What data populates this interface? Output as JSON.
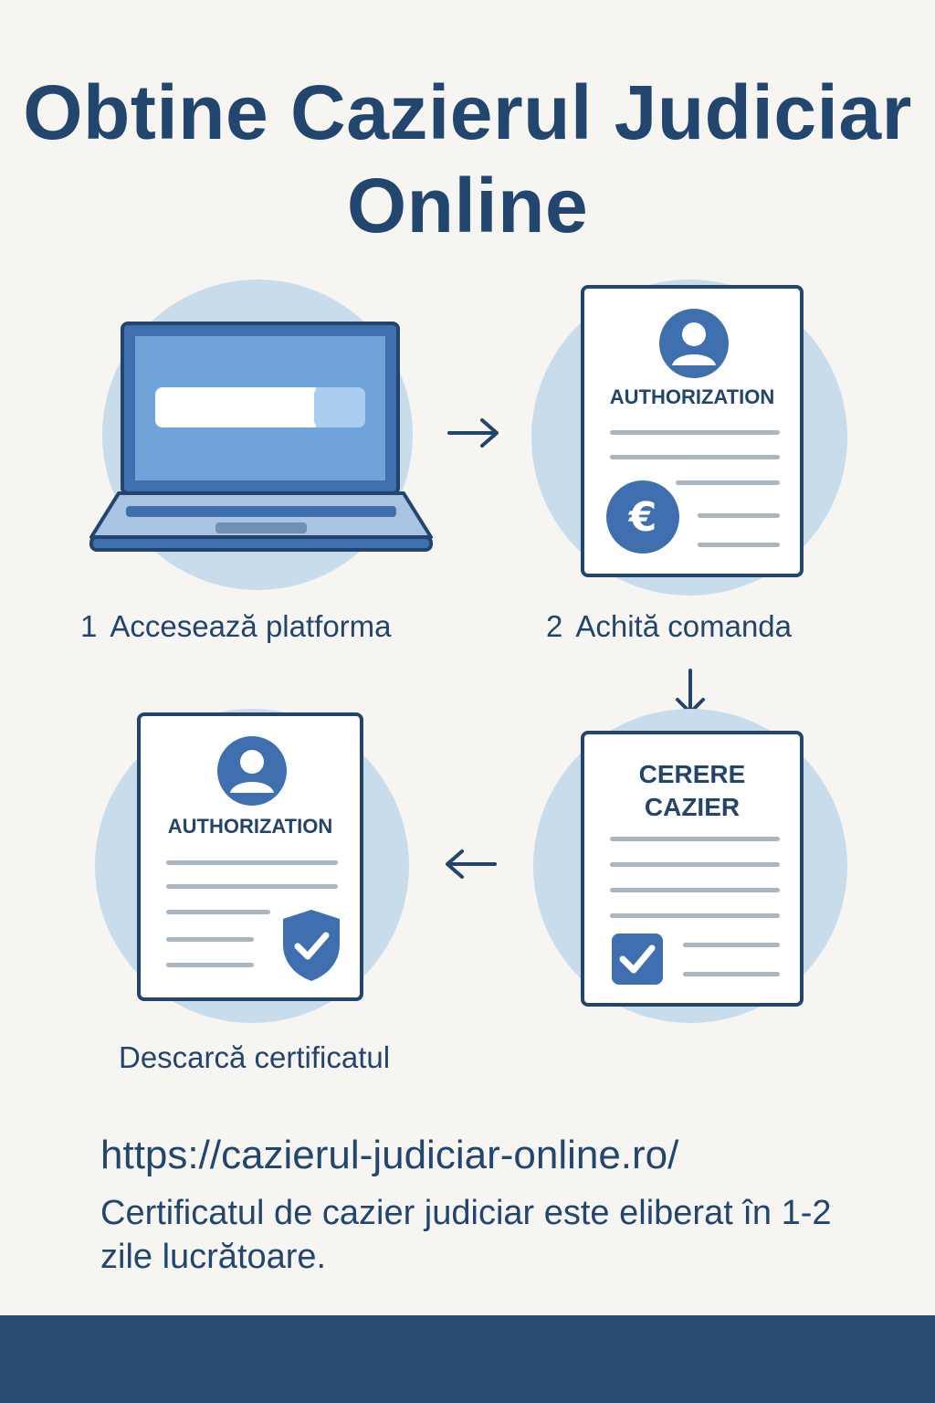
{
  "title": "Obtine Cazierul Judiciar Online",
  "steps": [
    {
      "number": "1",
      "label": "Accesează platforma",
      "icon": "laptop-icon"
    },
    {
      "number": "2",
      "label": "Achită comanda",
      "icon": "payment-document-icon",
      "doc_heading": "AUTHORIZATION"
    },
    {
      "number": "",
      "label": "",
      "icon": "request-document-icon",
      "doc_heading_line1": "CERERE",
      "doc_heading_line2": "CAZIER"
    },
    {
      "number": "",
      "label": "Descarcă certificatul",
      "icon": "certificate-document-icon",
      "doc_heading": "AUTHORIZATION"
    }
  ],
  "footer": {
    "url": "https://cazierul-judiciar-online.ro/",
    "note": "Certificatul de cazier judiciar este eliberat în 1-2 zile lucrătoare."
  },
  "colors": {
    "primary": "#24456b",
    "accent": "#3f6fae",
    "circle": "#c9dcec",
    "screen": "#6fa3d9",
    "background": "#f7f5f2"
  }
}
